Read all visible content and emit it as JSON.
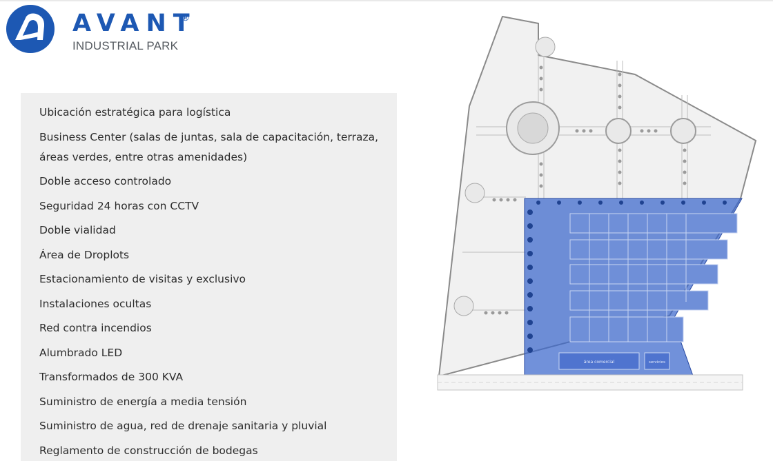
{
  "brand": {
    "name": "AVANT",
    "registered": "®",
    "subtitle": "INDUSTRIAL PARK",
    "color": "#1d58b3"
  },
  "features": {
    "items": [
      "Ubicación estratégica para logística",
      "Business Center (salas de juntas, sala de capacitación, terraza, áreas verdes, entre otras amenidades)",
      "Doble acceso controlado",
      "Seguridad 24 horas con CCTV",
      "Doble vialidad",
      "Área de Droplots",
      "Estacionamiento de visitas y exclusivo",
      "Instalaciones ocultas",
      "Red contra incendios",
      "Alumbrado LED",
      "Transformados de 300 KVA",
      "Suministro de energía a media tensión",
      "Suministro de agua, red de drenaje sanitaria y pluvial",
      "Reglamento de construcción de bodegas"
    ]
  },
  "site_plan": {
    "labels": {
      "commercial": "área comercial",
      "services": "servicios"
    },
    "highlight_color": "#2e5bc7"
  }
}
